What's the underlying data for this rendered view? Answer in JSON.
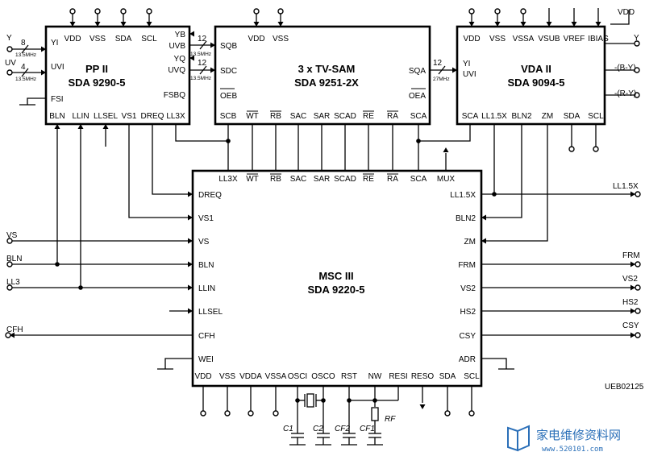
{
  "chips": {
    "pp2": {
      "name": "PP II",
      "part": "SDA 9290-5",
      "pins_top": [
        "VDD",
        "VSS",
        "SDA",
        "SCL"
      ],
      "pins_left": [
        "YI",
        "UVI",
        "FSI"
      ],
      "pins_right": [
        "YB",
        "UVB",
        "YQ",
        "UVQ",
        "FSBQ"
      ],
      "pins_bottom": [
        "BLN",
        "LLIN",
        "LLSEL",
        "VS1",
        "DREQ",
        "LL3X"
      ]
    },
    "tvsam": {
      "name": "3 x TV-SAM",
      "part": "SDA 9251-2X",
      "pins_top": [
        "VDD",
        "VSS"
      ],
      "pins_left": [
        "SQB",
        "SDC",
        "OEB"
      ],
      "pins_right": [
        "SQA",
        "OEA"
      ],
      "pins_bottom": [
        "SCB",
        "WT",
        "RB",
        "SAC",
        "SAR",
        "SCAD",
        "RE",
        "RA",
        "SCA"
      ]
    },
    "vda2": {
      "name": "VDA II",
      "part": "SDA 9094-5",
      "pins_top": [
        "VDD",
        "VSS",
        "VSSA",
        "VSUB",
        "VREF",
        "IBIAS"
      ],
      "pins_left": [
        "YI",
        "UVI"
      ],
      "pins_bottom": [
        "SCA",
        "LL1.5X",
        "BLN2",
        "ZM",
        "SDA",
        "SCL"
      ]
    },
    "msc3": {
      "name": "MSC III",
      "part": "SDA 9220-5",
      "pins_top": [
        "LL3X",
        "WT",
        "RB",
        "SAC",
        "SAR",
        "SCAD",
        "RE",
        "RA",
        "SCA",
        "MUX"
      ],
      "pins_left": [
        "DREQ",
        "VS1",
        "VS",
        "BLN",
        "LLIN",
        "LLSEL",
        "CFH",
        "WEI"
      ],
      "pins_right": [
        "LL1.5X",
        "BLN2",
        "ZM",
        "FRM",
        "VS2",
        "HS2",
        "CSY",
        "ADR"
      ],
      "pins_bottom": [
        "VDD",
        "VSS",
        "VDDA",
        "VSSA",
        "OSCI",
        "OSCO",
        "RST",
        "NW",
        "RESI",
        "RESO",
        "SDA",
        "SCL"
      ]
    }
  },
  "signals": {
    "left_inputs": [
      "Y",
      "UV",
      "VS",
      "BLN",
      "LL3",
      "CFH"
    ],
    "right_outputs": [
      "Y",
      "-(B-Y)",
      "-(R-Y)",
      "LL1.5X",
      "FRM",
      "VS2",
      "HS2",
      "CSY"
    ],
    "vdd_label": "VDD"
  },
  "bus": {
    "y_width": "8",
    "uv_width": "4",
    "pp_out_width_1": "12",
    "pp_out_width_2": "12",
    "sam_out_width": "12",
    "clock_1": "13.5MHz",
    "clock_2": "13.5MHz",
    "clock_3": "13.5MHz",
    "clock_4": "13.5MHz",
    "clock_5": "27MHz"
  },
  "components": {
    "c1": "C1",
    "c2": "C2",
    "cf2": "CF2",
    "cf1": "CF1",
    "rf": "RF"
  },
  "figure_code": "UEB02125",
  "watermark": {
    "text": "家电维修资料网",
    "url": "www.520101.com"
  }
}
